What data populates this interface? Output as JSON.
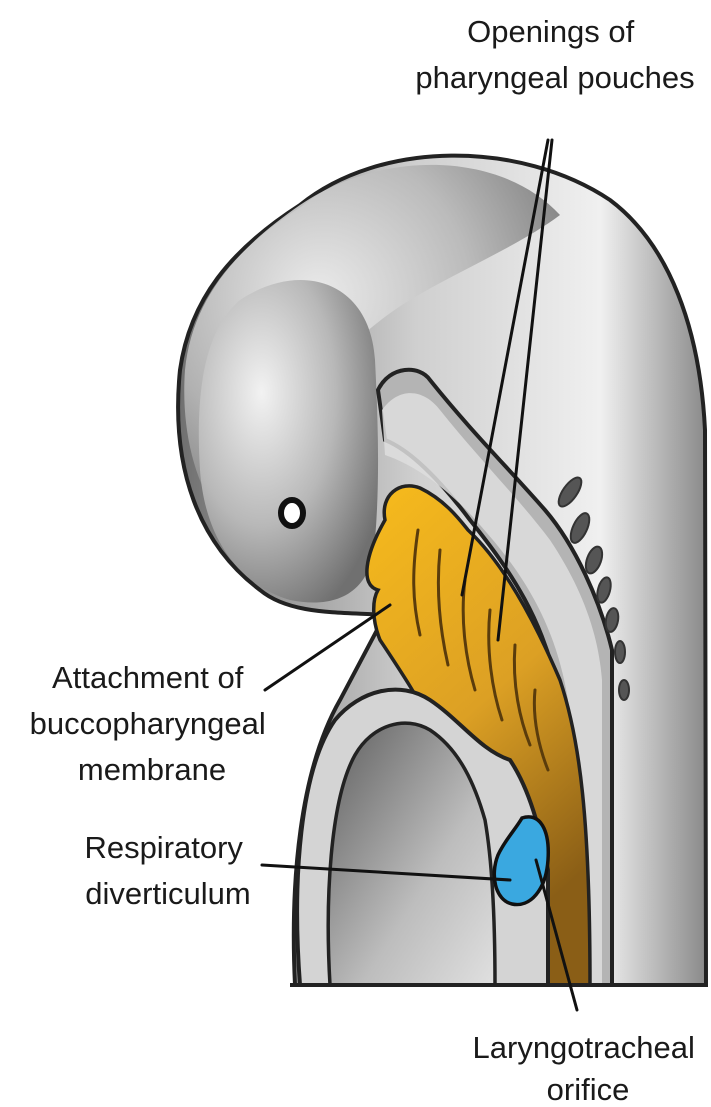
{
  "figure": {
    "labels": {
      "openings": [
        "Openings of",
        "pharyngeal pouches"
      ],
      "attachment": [
        "Attachment of",
        "buccopharyngeal",
        "membrane"
      ],
      "respiratory": [
        "Respiratory",
        "diverticulum"
      ],
      "laryngotracheal": [
        "Laryngotracheal",
        "orifice"
      ]
    },
    "colors": {
      "embryo_gray": "#9a9a9a",
      "embryo_highlight": "#e6e6e6",
      "pharynx_yellow": "#f2b51c",
      "pharynx_shadow": "#b07a14",
      "diverticulum_blue": "#3aa8e0",
      "outline": "#222222"
    }
  }
}
